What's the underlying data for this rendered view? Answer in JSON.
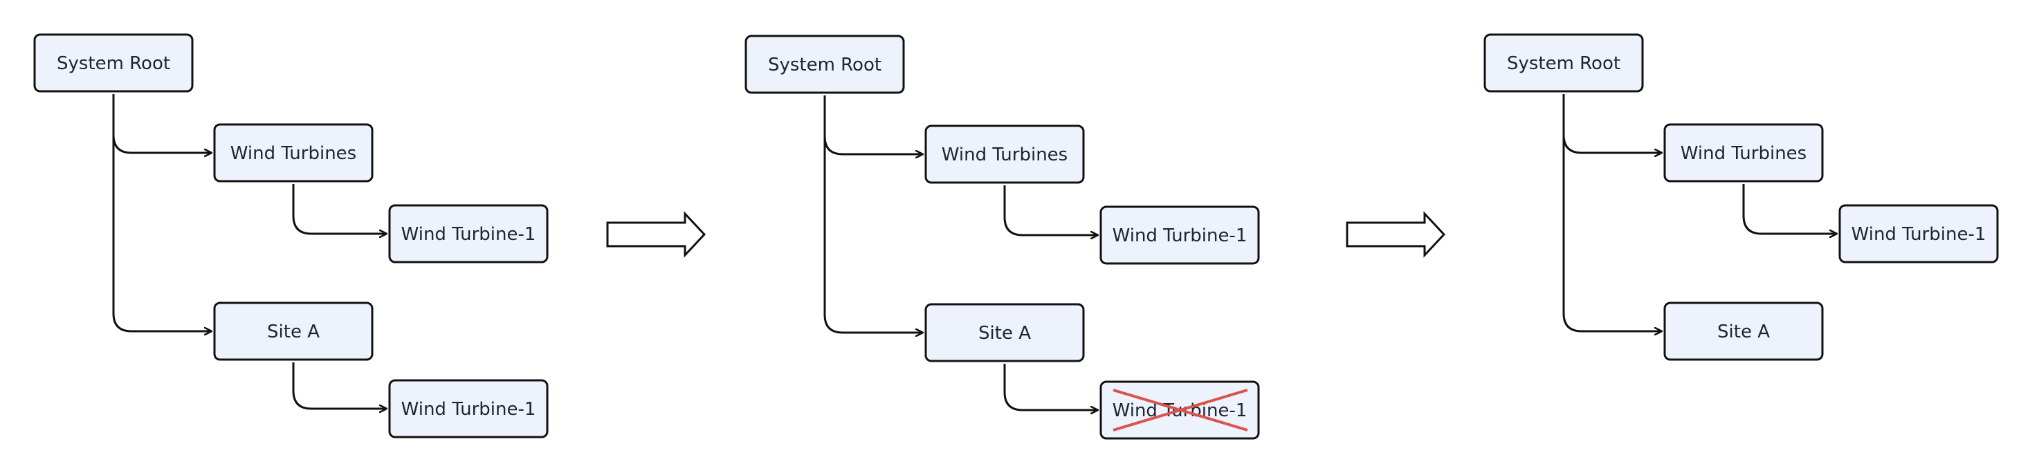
{
  "colors": {
    "node_fill": "#eef2fc",
    "stroke": "#111111",
    "strike": "#d9534f",
    "background": "#ffffff"
  },
  "panels": [
    {
      "step": "before",
      "nodes": [
        {
          "id": "root",
          "label": "System Root"
        },
        {
          "id": "wind-turbines",
          "label": "Wind Turbines"
        },
        {
          "id": "wt1-under-group",
          "label": "Wind Turbine-1"
        },
        {
          "id": "site-a",
          "label": "Site A"
        },
        {
          "id": "wt1-under-site",
          "label": "Wind Turbine-1"
        }
      ],
      "edges": [
        [
          "root",
          "wind-turbines"
        ],
        [
          "wind-turbines",
          "wt1-under-group"
        ],
        [
          "root",
          "site-a"
        ],
        [
          "site-a",
          "wt1-under-site"
        ]
      ]
    },
    {
      "step": "remove-duplicate",
      "nodes": [
        {
          "id": "root",
          "label": "System Root"
        },
        {
          "id": "wind-turbines",
          "label": "Wind Turbines"
        },
        {
          "id": "wt1-under-group",
          "label": "Wind Turbine-1"
        },
        {
          "id": "site-a",
          "label": "Site A"
        },
        {
          "id": "wt1-under-site",
          "label": "Wind Turbine-1",
          "crossed_out": true
        }
      ],
      "edges": [
        [
          "root",
          "wind-turbines"
        ],
        [
          "wind-turbines",
          "wt1-under-group"
        ],
        [
          "root",
          "site-a"
        ],
        [
          "site-a",
          "wt1-under-site"
        ]
      ]
    },
    {
      "step": "after",
      "nodes": [
        {
          "id": "root",
          "label": "System Root"
        },
        {
          "id": "wind-turbines",
          "label": "Wind Turbines"
        },
        {
          "id": "wt1-under-group",
          "label": "Wind Turbine-1"
        },
        {
          "id": "site-a",
          "label": "Site A"
        }
      ],
      "edges": [
        [
          "root",
          "wind-turbines"
        ],
        [
          "wind-turbines",
          "wt1-under-group"
        ],
        [
          "root",
          "site-a"
        ]
      ]
    }
  ],
  "transitions": [
    {
      "from": "before",
      "to": "remove-duplicate",
      "icon": "block-arrow-right-icon"
    },
    {
      "from": "remove-duplicate",
      "to": "after",
      "icon": "block-arrow-right-icon"
    }
  ]
}
